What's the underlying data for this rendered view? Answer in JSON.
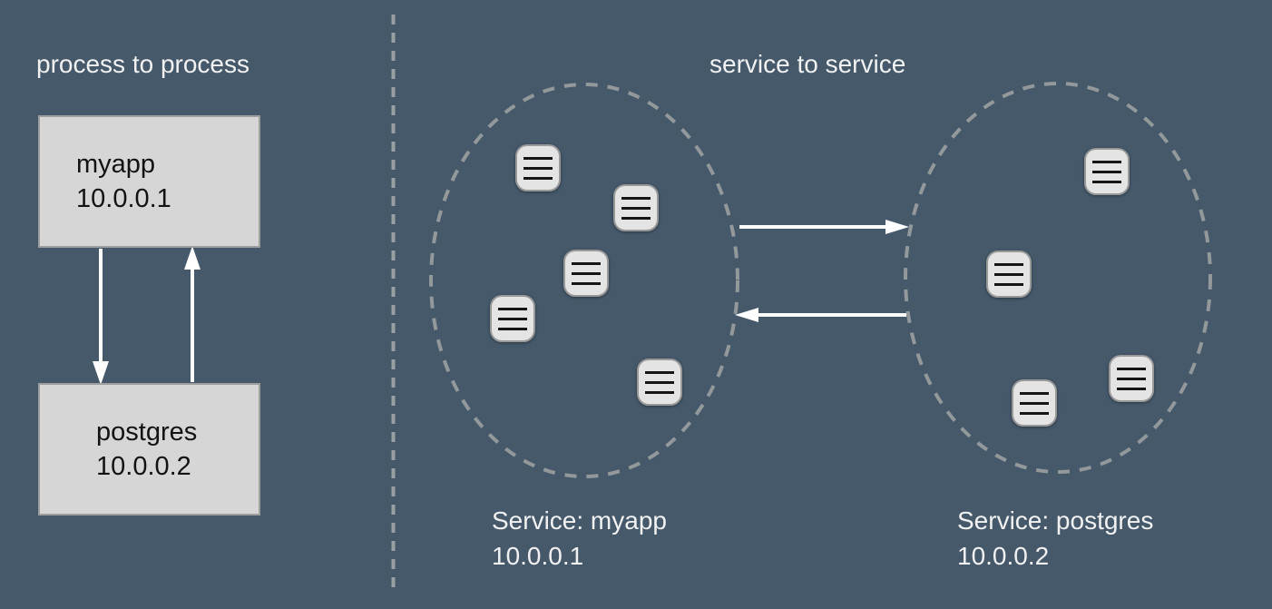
{
  "left_panel": {
    "title": "process to process",
    "nodes": [
      {
        "name": "myapp",
        "ip": "10.0.0.1"
      },
      {
        "name": "postgres",
        "ip": "10.0.0.2"
      }
    ]
  },
  "right_panel": {
    "title": "service to service",
    "services": [
      {
        "label": "Service: myapp",
        "ip": "10.0.0.1",
        "instance_icon_count": 5
      },
      {
        "label": "Service: postgres",
        "ip": "10.0.0.2",
        "instance_icon_count": 4
      }
    ]
  },
  "icons": {
    "instance": "list-lines-icon"
  },
  "colors": {
    "background": "#45596b",
    "box_fill": "#d6d6d6",
    "box_border": "#9e9e9e",
    "icon_fill": "#e4e4e4",
    "icon_border": "#999999",
    "icon_lines": "#161616",
    "dashed_boundary": "#93989a",
    "divider": "#9aa0a2",
    "arrow": "#ffffff",
    "light_text": "#f1f1f1",
    "dark_text": "#131313"
  }
}
